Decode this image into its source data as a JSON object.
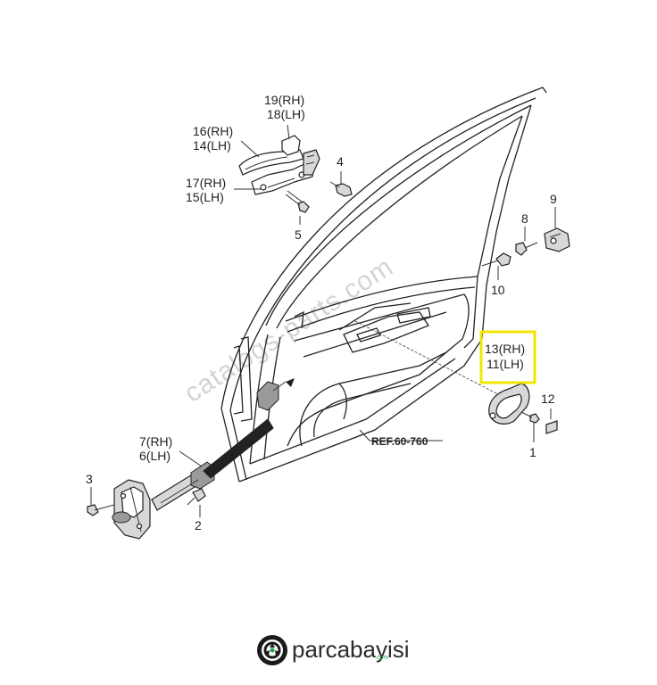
{
  "callouts": {
    "p19": "19(RH)",
    "p18": "18(LH)",
    "p16": "16(RH)",
    "p14": "14(LH)",
    "p17": "17(RH)",
    "p15": "15(LH)",
    "p4": "4",
    "p5": "5",
    "p9": "9",
    "p8": "8",
    "p10": "10",
    "p13": "13(RH)",
    "p11": "11(LH)",
    "p12": "12",
    "p1": "1",
    "p7": "7(RH)",
    "p6": "6(LH)",
    "p3": "3",
    "p2": "2",
    "ref": "REF.60-760"
  },
  "watermark": "catalogs-parts.com",
  "logo": {
    "name": "parcabayisi",
    "suffix": ".com"
  },
  "colors": {
    "highlight": "#f2e600",
    "logo_green": "#1aa34a",
    "line": "#222222"
  }
}
